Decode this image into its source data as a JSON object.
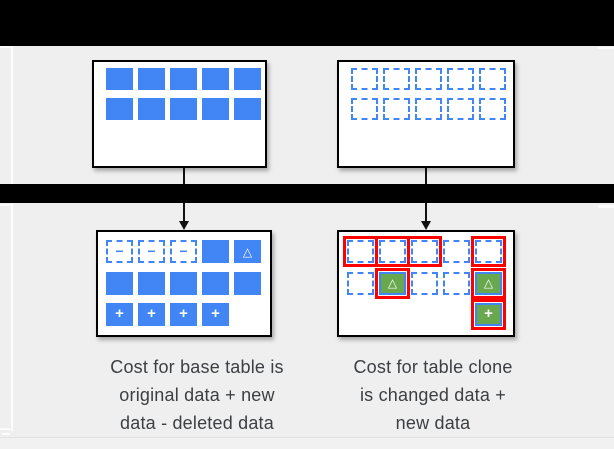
{
  "colors": {
    "background": "#efefef",
    "redaction_bar": "#000000",
    "box_border": "#000000",
    "block_blue": "#4285f4",
    "block_green": "#6aa84f",
    "highlight_red": "#ff0000",
    "caption_text": "#3c4043"
  },
  "symbols": {
    "minus": "−",
    "triangle": "△",
    "plus": "+"
  },
  "diagram": {
    "top_left_box": {
      "name": "base-table-original",
      "rows": [
        [
          "solid",
          "solid",
          "solid",
          "solid",
          "solid"
        ],
        [
          "solid",
          "solid",
          "solid",
          "solid",
          "solid"
        ]
      ]
    },
    "top_right_box": {
      "name": "table-clone-original",
      "rows": [
        [
          "dashed",
          "dashed",
          "dashed",
          "dashed",
          "dashed"
        ],
        [
          "dashed",
          "dashed",
          "dashed",
          "dashed",
          "dashed"
        ]
      ]
    },
    "bottom_left_box": {
      "name": "base-table-after-changes",
      "rows": [
        [
          "dashed-minus",
          "dashed-minus",
          "dashed-minus",
          "solid",
          "solid-triangle"
        ],
        [
          "solid",
          "solid",
          "solid",
          "solid",
          "solid"
        ],
        [
          "solid-plus",
          "solid-plus",
          "solid-plus",
          "solid-plus",
          "empty"
        ]
      ]
    },
    "bottom_right_box": {
      "name": "table-clone-after-changes",
      "rows": [
        [
          "dashed-red",
          "dashed-red",
          "dashed-red",
          "dashed",
          "dashed-red"
        ],
        [
          "dashed",
          "green-triangle-red",
          "dashed",
          "dashed",
          "green-triangle-red"
        ],
        [
          "empty",
          "empty",
          "empty",
          "empty",
          "green-plus-red"
        ]
      ]
    }
  },
  "captions": {
    "left": {
      "text": "Cost for base table is original data + new data - deleted data",
      "lines": [
        "Cost for base table is",
        "original data + new",
        "data - deleted data"
      ]
    },
    "right": {
      "text": "Cost for table clone is changed data + new data",
      "lines": [
        "Cost for table clone",
        "is changed data +",
        "new data"
      ]
    }
  }
}
